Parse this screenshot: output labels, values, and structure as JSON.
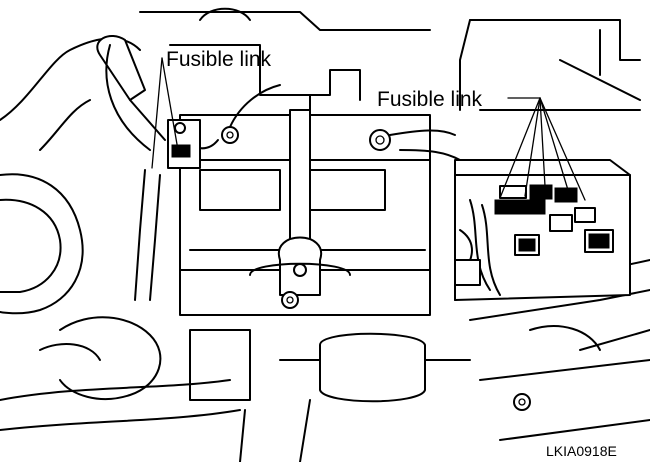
{
  "labels": {
    "fusible_link_left": "Fusible link",
    "fusible_link_right": "Fusible link",
    "figure_code": "LKIA0918E"
  }
}
